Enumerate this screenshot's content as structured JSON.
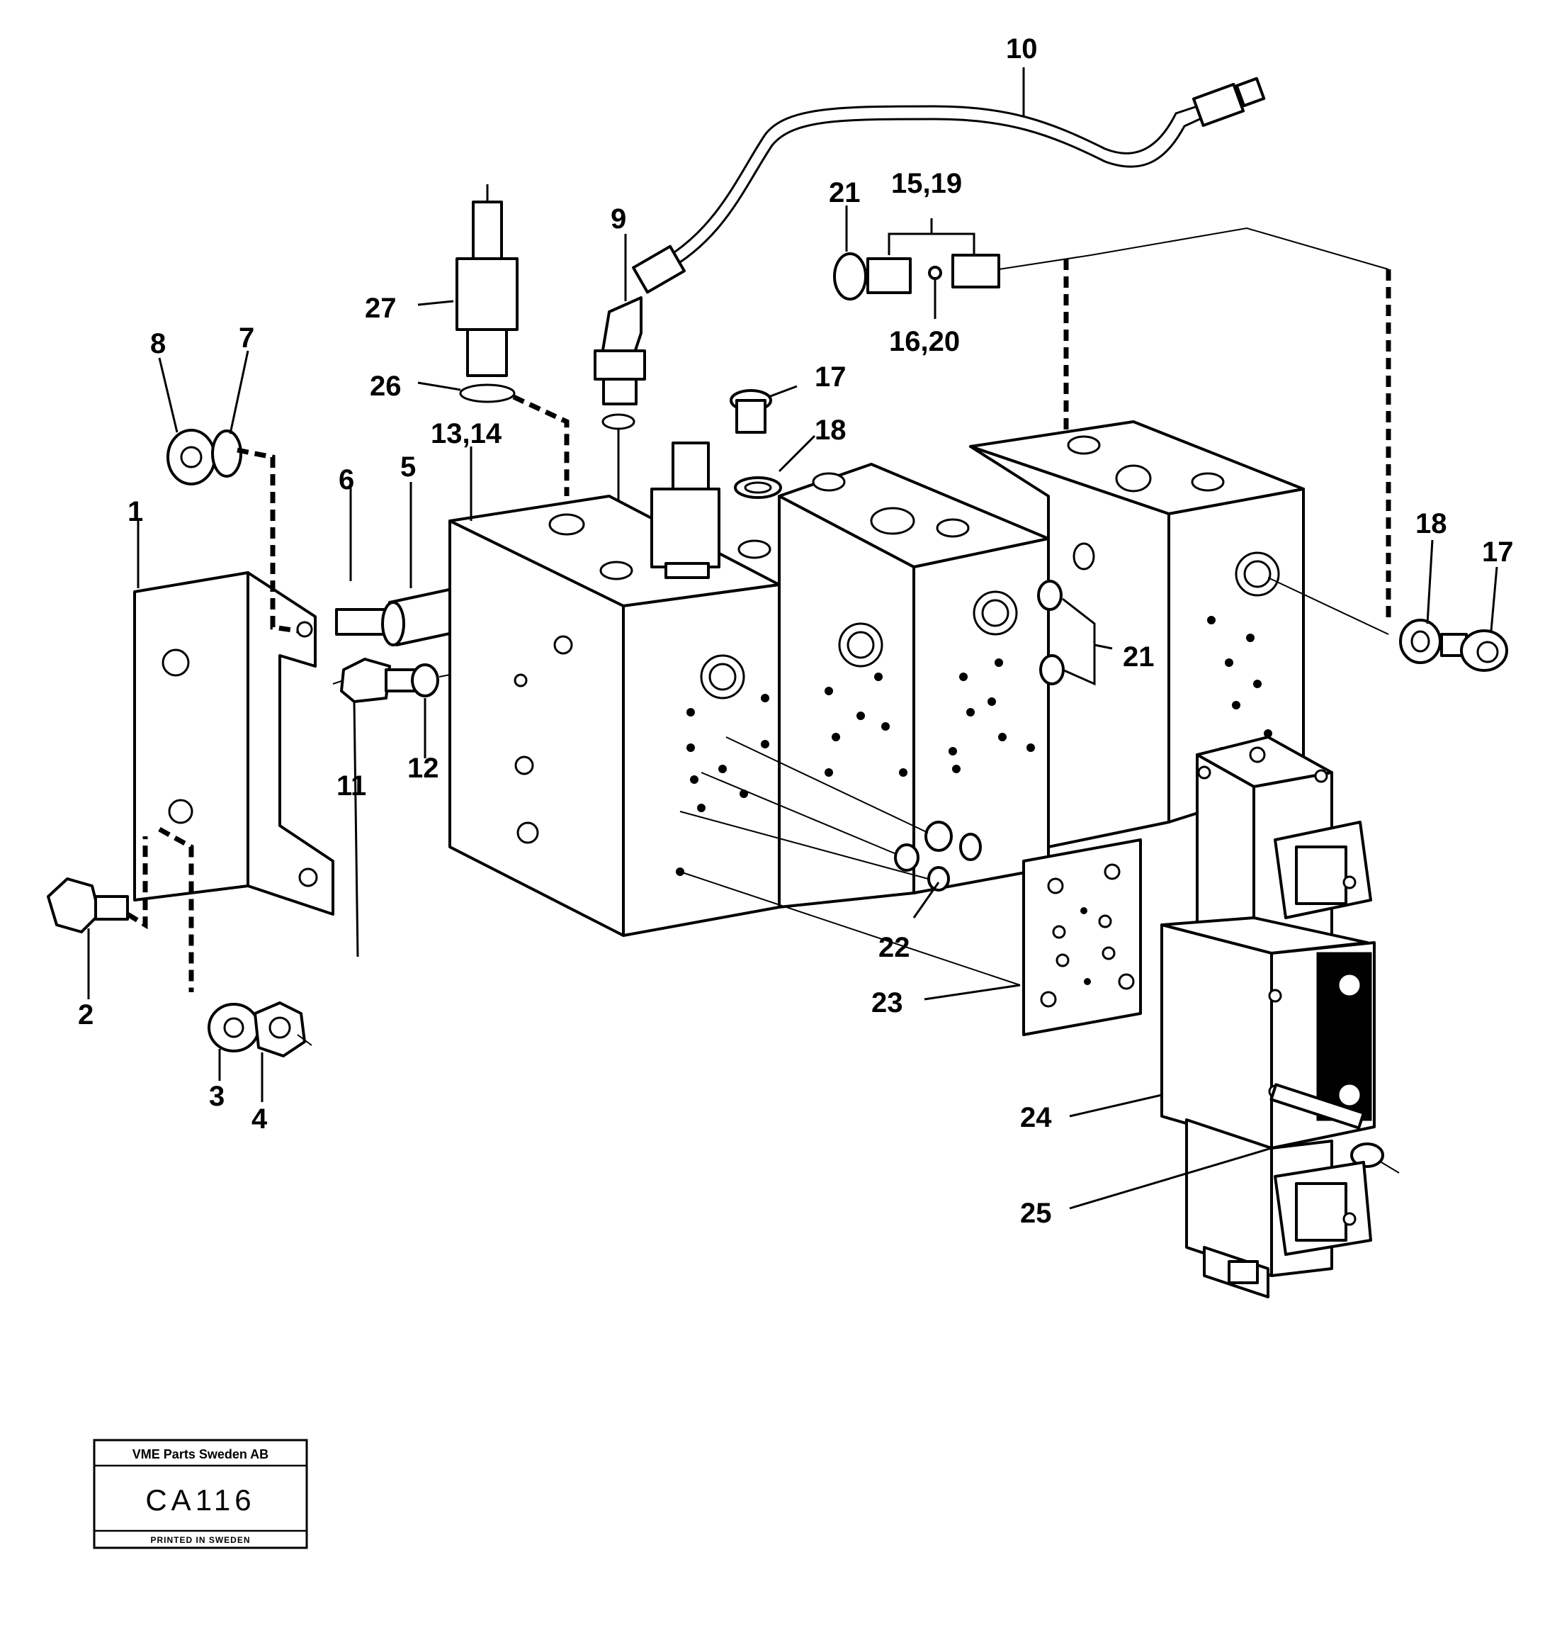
{
  "callouts": {
    "c1": "1",
    "c2": "2",
    "c3": "3",
    "c4": "4",
    "c5": "5",
    "c6": "6",
    "c7": "7",
    "c8": "8",
    "c9": "9",
    "c10": "10",
    "c11": "11",
    "c12": "12",
    "c13_14": "13,14",
    "c15_19": "15,19",
    "c16_20": "16,20",
    "c17a": "17",
    "c17b": "17",
    "c18a": "18",
    "c18b": "18",
    "c21a": "21",
    "c21b": "21",
    "c22": "22",
    "c23": "23",
    "c24": "24",
    "c25": "25",
    "c26": "26",
    "c27": "27"
  },
  "stamp": {
    "company": "VME Parts Sweden AB",
    "code": "CA116",
    "printed": "PRINTED IN SWEDEN"
  }
}
